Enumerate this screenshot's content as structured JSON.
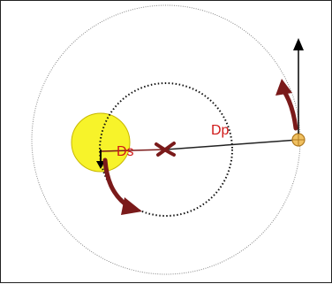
{
  "diagram": {
    "labels": {
      "ds": "Ds",
      "dp": "Dp"
    },
    "colors": {
      "star_fill": "#f7f32a",
      "star_stroke": "#c8b800",
      "planet_fill": "#f0c060",
      "planet_stroke": "#b07a20",
      "orbit_line": "#888888",
      "inner_orbit": "#111111",
      "arrow_dark_red": "#7a1a1a",
      "label_red": "#d01818",
      "barycenter_mark": "#7a1a1a",
      "axis_line": "#000000"
    },
    "icons": {
      "star": "yellow-circle",
      "planet": "small-orange-circle",
      "barycenter": "x-mark",
      "velocity_arrow": "up-arrow",
      "motion_arrow": "curved-arrow"
    }
  }
}
